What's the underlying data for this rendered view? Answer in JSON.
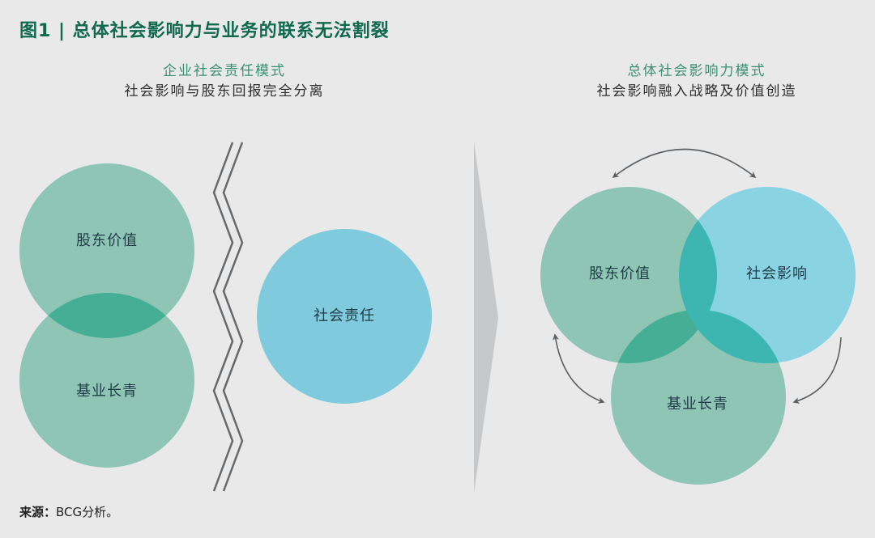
{
  "title": "图1 | 总体社会影响力与业务的联系无法割裂",
  "left_model": {
    "heading": "企业社会责任模式",
    "subheading": "社会影响与股东回报完全分离",
    "circles": [
      {
        "label": "股东价值",
        "color": "#8ec5b5"
      },
      {
        "label": "基业长青",
        "color": "#8ec5b5"
      },
      {
        "label": "社会责任",
        "color": "#80cadd"
      }
    ]
  },
  "right_model": {
    "heading": "总体社会影响力模式",
    "subheading": "社会影响融入战略及价值创造",
    "circles": [
      {
        "label": "股东价值",
        "color": "#8ec5b5"
      },
      {
        "label": "社会影响",
        "color": "#8ad3e2"
      },
      {
        "label": "基业长青",
        "color": "#8ec5b5"
      }
    ]
  },
  "colors": {
    "background": "#e9e9ea",
    "title": "#0f6a4d",
    "green_circle": "#8ec5b5",
    "blue_circle": "#8ad3e2",
    "green_green_overlap": "#45ae95",
    "green_blue_overlap": "#3db5b0",
    "arrow": "#5a5f63",
    "divider_triangle": "#c6c9cc",
    "zigzag": "#66696c"
  },
  "source": {
    "label": "来源：",
    "text": "BCG分析。"
  }
}
